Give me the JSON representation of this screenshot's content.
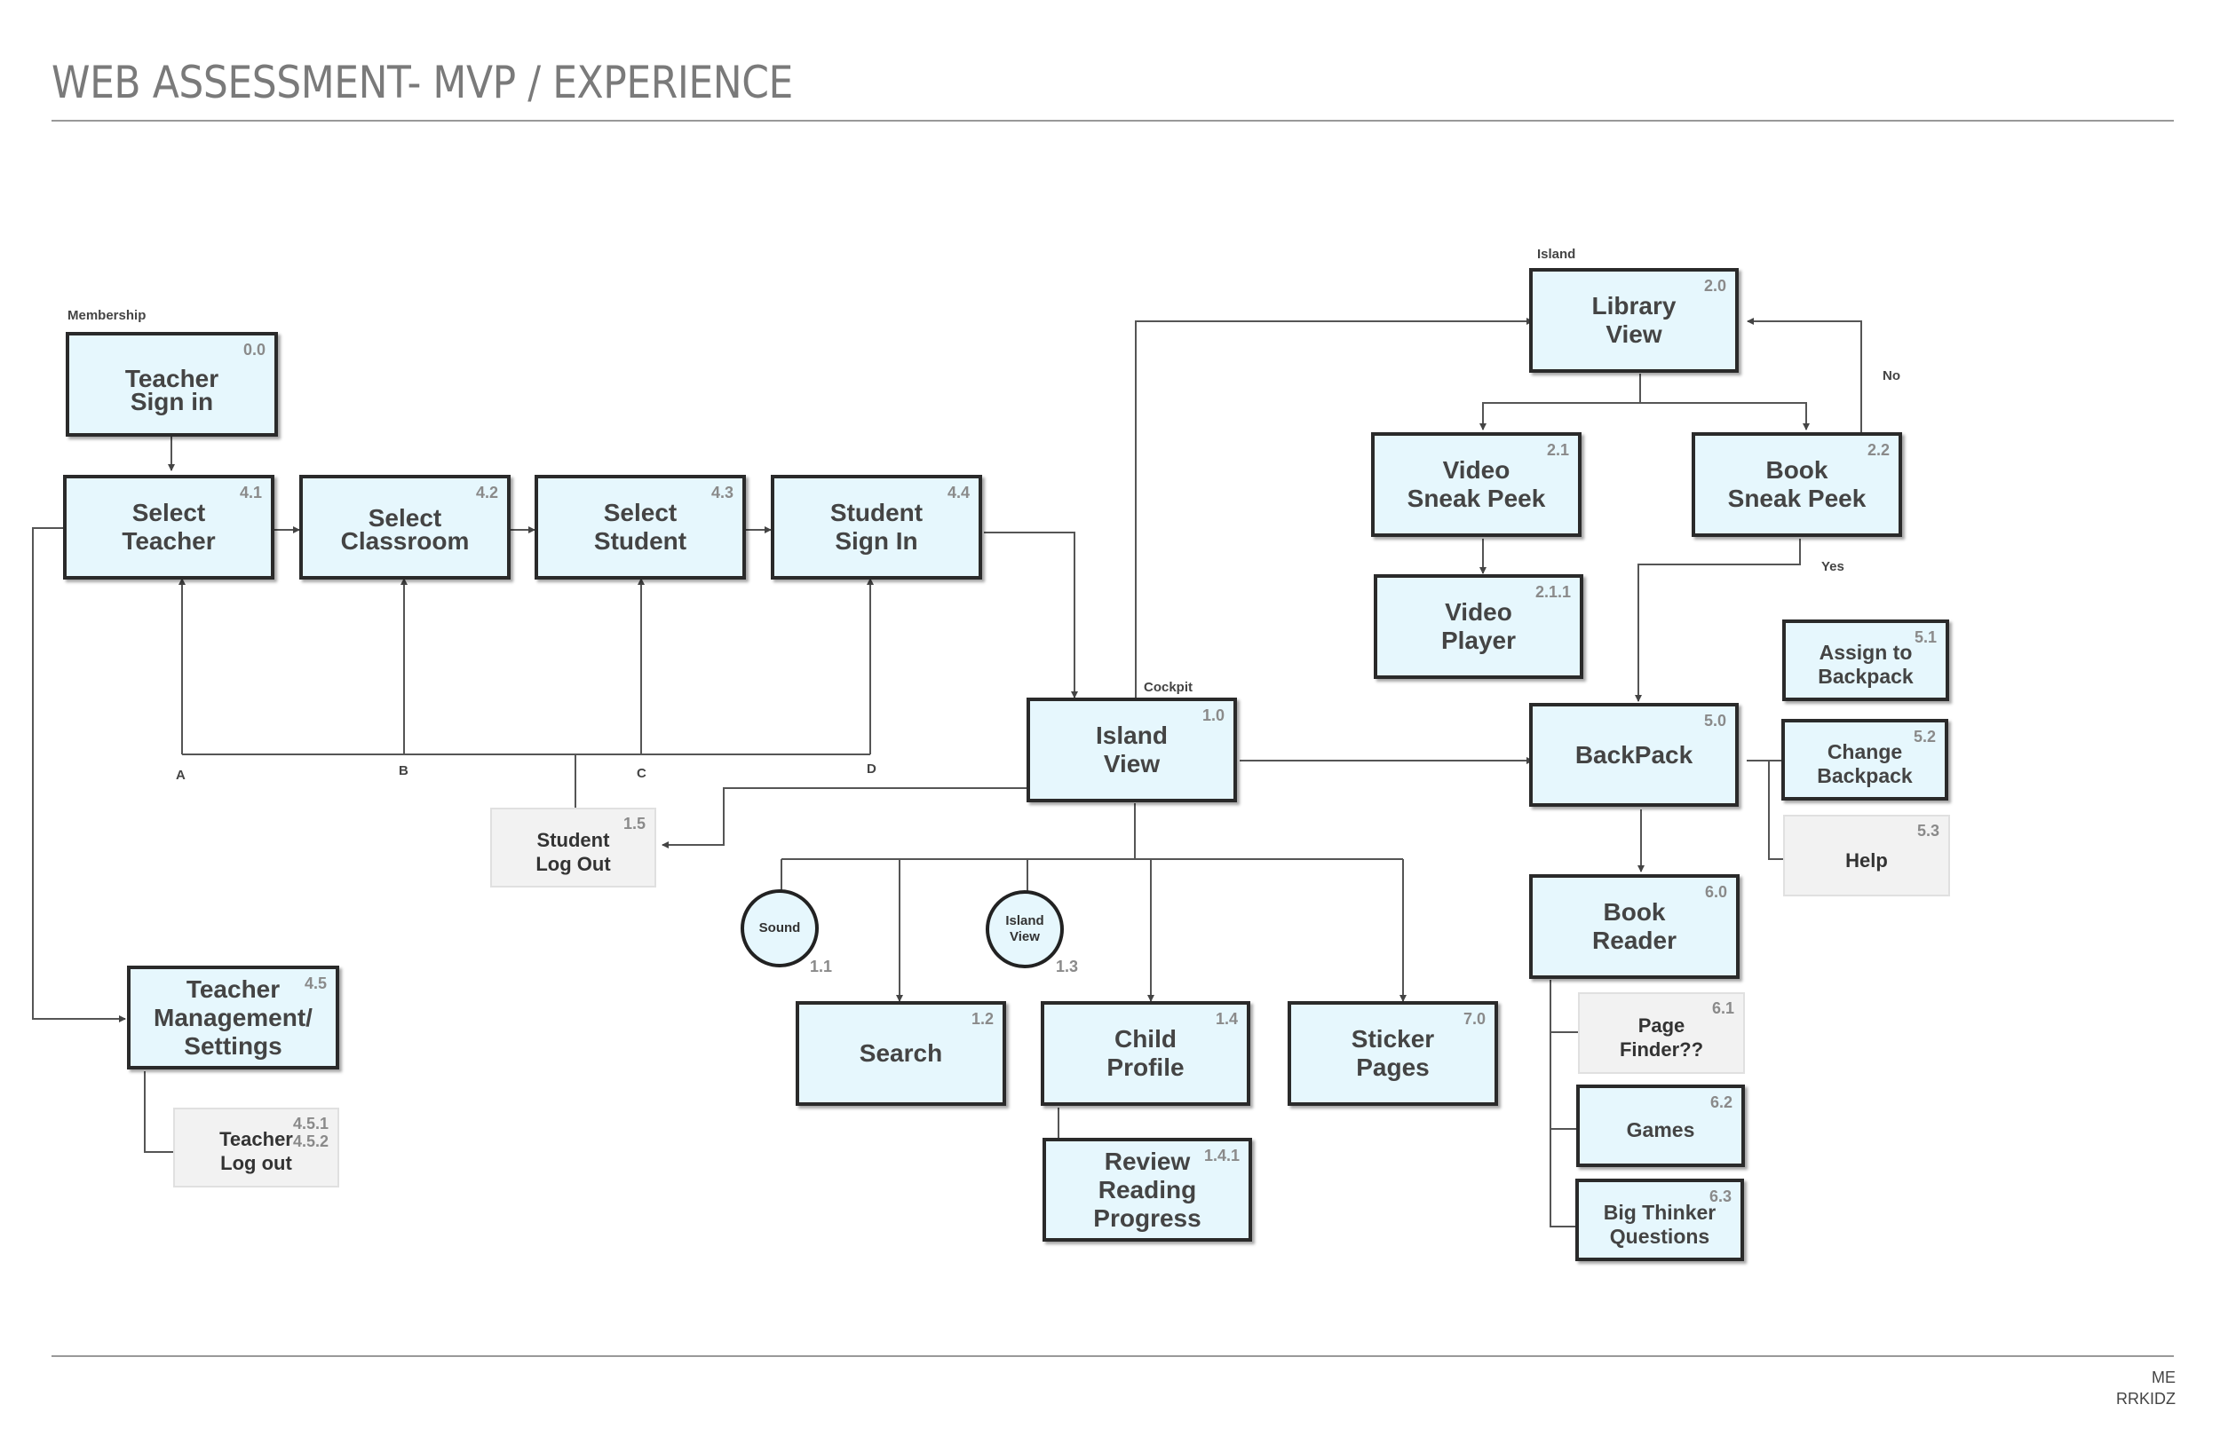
{
  "title": "WEB ASSESSMENT- MVP / EXPERIENCE",
  "section_labels": {
    "membership": "Membership",
    "island": "Island",
    "cockpit": "Cockpit"
  },
  "nodes": {
    "teacher_sign_in": {
      "label": "Teacher\nSign in",
      "num": "0.0"
    },
    "select_teacher": {
      "label": "Select\nTeacher",
      "num": "4.1"
    },
    "select_classroom": {
      "label": "Select\nClassroom",
      "num": "4.2"
    },
    "select_student": {
      "label": "Select\nStudent",
      "num": "4.3"
    },
    "student_sign_in": {
      "label": "Student\nSign In",
      "num": "4.4"
    },
    "student_log_out": {
      "label": "Student\nLog Out",
      "num": "1.5"
    },
    "teacher_management": {
      "label": "Teacher\nManagement/\nSettings",
      "num": "4.5"
    },
    "teacher_log_out": {
      "label": "Teacher\nLog out",
      "num": "4.5.1\n4.5.2"
    },
    "island_view": {
      "label": "Island\nView",
      "num": "1.0"
    },
    "sound": {
      "label": "Sound",
      "num": "1.1"
    },
    "search": {
      "label": "Search",
      "num": "1.2"
    },
    "island_view_small": {
      "label": "Island\nView",
      "num": "1.3"
    },
    "child_profile": {
      "label": "Child\nProfile",
      "num": "1.4"
    },
    "review_reading_progress": {
      "label": "Review\nReading\nProgress",
      "num": "1.4.1"
    },
    "sticker_pages": {
      "label": "Sticker\nPages",
      "num": "7.0"
    },
    "library_view": {
      "label": "Library\nView",
      "num": "2.0"
    },
    "video_sneak_peek": {
      "label": "Video\nSneak Peek",
      "num": "2.1"
    },
    "video_player": {
      "label": "Video\nPlayer",
      "num": "2.1.1"
    },
    "book_sneak_peek": {
      "label": "Book\nSneak Peek",
      "num": "2.2"
    },
    "backpack": {
      "label": "BackPack",
      "num": "5.0"
    },
    "assign_to_backpack": {
      "label": "Assign to\nBackpack",
      "num": "5.1"
    },
    "change_backpack": {
      "label": "Change\nBackpack",
      "num": "5.2"
    },
    "help": {
      "label": "Help",
      "num": "5.3"
    },
    "book_reader": {
      "label": "Book\nReader",
      "num": "6.0"
    },
    "page_finder": {
      "label": "Page\nFinder??",
      "num": "6.1"
    },
    "games": {
      "label": "Games",
      "num": "6.2"
    },
    "big_thinker_questions": {
      "label": "Big Thinker\nQuestions",
      "num": "6.3"
    }
  },
  "edge_labels": {
    "a": "A",
    "b": "B",
    "c": "C",
    "d": "D",
    "no": "No",
    "yes": "Yes"
  },
  "footer": {
    "line1": "ME",
    "line2": "RRKIDZ"
  }
}
